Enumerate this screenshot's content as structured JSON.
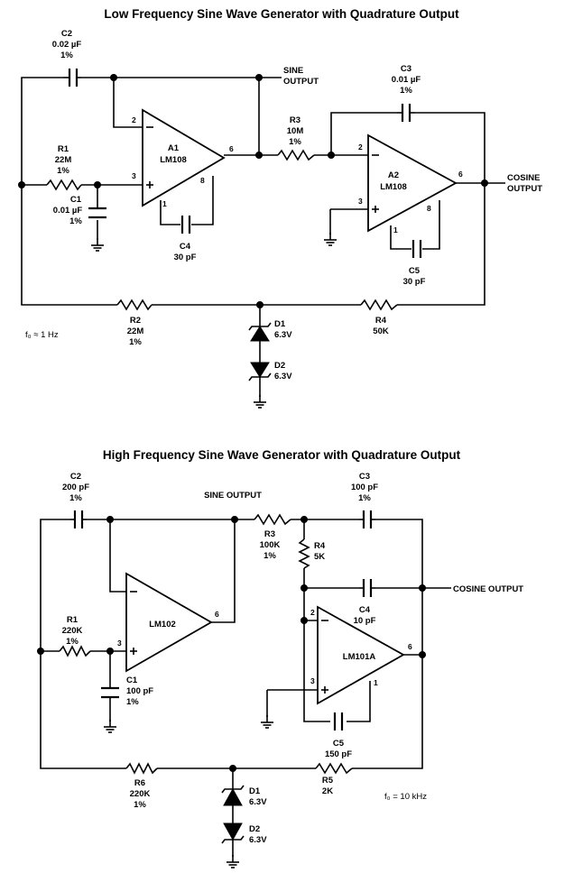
{
  "top": {
    "title": "Low Frequency Sine Wave Generator with Quadrature Output",
    "sine_output": [
      "SINE",
      "OUTPUT"
    ],
    "cosine_output": [
      "COSINE",
      "OUTPUT"
    ],
    "fo": "f₀ ≈ 1 Hz",
    "components": {
      "c2": [
        "C2",
        "0.02 µF",
        "1%"
      ],
      "c3": [
        "C3",
        "0.01 µF",
        "1%"
      ],
      "r1": [
        "R1",
        "22M",
        "1%"
      ],
      "c1": [
        "C1",
        "0.01 µF",
        "1%"
      ],
      "a1": [
        "A1",
        "LM108"
      ],
      "c4": [
        "C4",
        "30 pF"
      ],
      "r3": [
        "R3",
        "10M",
        "1%"
      ],
      "a2": [
        "A2",
        "LM108"
      ],
      "c5": [
        "C5",
        "30 pF"
      ],
      "r2": [
        "R2",
        "22M",
        "1%"
      ],
      "r4": [
        "R4",
        "50K"
      ],
      "d1": [
        "D1",
        "6.3V"
      ],
      "d2": [
        "D2",
        "6.3V"
      ]
    },
    "pins": {
      "a1_inv": "2",
      "a1_non": "3",
      "a1_out": "6",
      "a1_p8": "8",
      "a1_p1": "1",
      "a2_inv": "2",
      "a2_non": "3",
      "a2_out": "6",
      "a2_p8": "8",
      "a2_p1": "1"
    }
  },
  "bottom": {
    "title": "High Frequency Sine Wave Generator with Quadrature Output",
    "sine_output": "SINE OUTPUT",
    "cosine_output": "COSINE OUTPUT",
    "fo": "f₀ = 10 kHz",
    "components": {
      "c2": [
        "C2",
        "200 pF",
        "1%"
      ],
      "c3": [
        "C3",
        "100 pF",
        "1%"
      ],
      "r3": [
        "R3",
        "100K",
        "1%"
      ],
      "r4": [
        "R4",
        "5K"
      ],
      "c4": [
        "C4",
        "10 pF"
      ],
      "r1": [
        "R1",
        "220K",
        "1%"
      ],
      "op1": [
        "LM102"
      ],
      "op2": [
        "LM101A"
      ],
      "c1": [
        "C1",
        "100 pF",
        "1%"
      ],
      "c5": [
        "C5",
        "150 pF"
      ],
      "r6": [
        "R6",
        "220K",
        "1%"
      ],
      "r5": [
        "R5",
        "2K"
      ],
      "d1": [
        "D1",
        "6.3V"
      ],
      "d2": [
        "D2",
        "6.3V"
      ]
    },
    "pins": {
      "op1_non": "3",
      "op1_out": "6",
      "op2_inv": "2",
      "op2_non": "3",
      "op2_out": "6",
      "op2_p1": "1"
    }
  }
}
